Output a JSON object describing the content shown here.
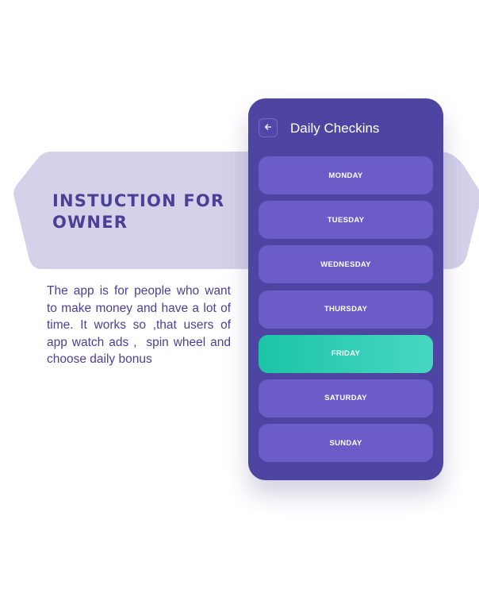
{
  "left_panel": {
    "heading": "INSTUCTION FOR OWNER",
    "description": "The app is for people who want to make money and have a lot of time. It works so ,that users of app watch ads ,  spin wheel and choose daily bonus"
  },
  "phone": {
    "title": "Daily Checkins",
    "back_icon": "arrow-left-icon",
    "days": [
      {
        "label": "MONDAY",
        "selected": false
      },
      {
        "label": "TUESDAY",
        "selected": false
      },
      {
        "label": "WEDNESDAY",
        "selected": false
      },
      {
        "label": "THURSDAY",
        "selected": false
      },
      {
        "label": "FRIDAY",
        "selected": true
      },
      {
        "label": "SATURDAY",
        "selected": false
      },
      {
        "label": "SUNDAY",
        "selected": false
      }
    ]
  },
  "colors": {
    "banner": "#d4d1e8",
    "heading_text": "#4b3f96",
    "phone_background": "#4e44a2",
    "day_button": "#6b5cc7",
    "selected_day_gradient_start": "#1cc4a6",
    "selected_day_gradient_end": "#48d7c2",
    "white": "#ffffff"
  }
}
